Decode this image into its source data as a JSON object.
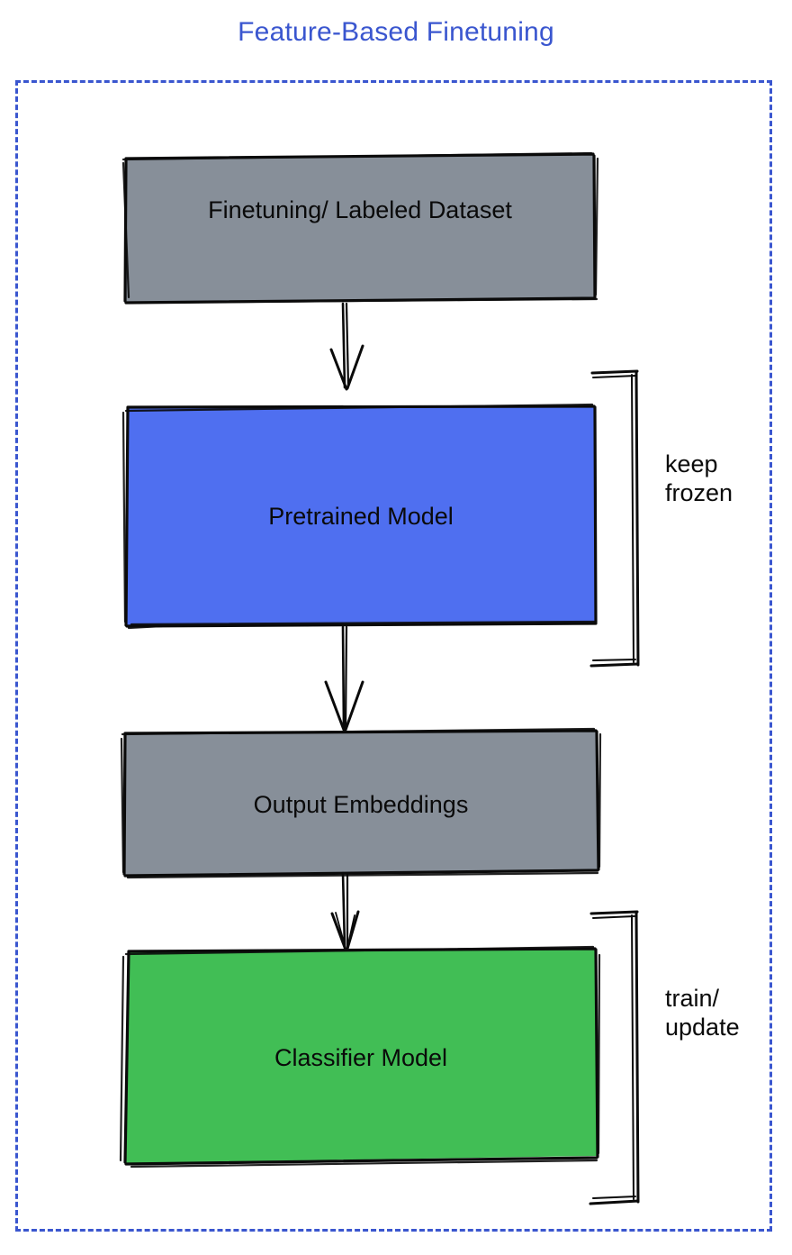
{
  "title": "Feature-Based Finetuning",
  "colors": {
    "title_text": "#3a56cf",
    "frame_dashed": "#3a56cf",
    "gray_fill": "#878f99",
    "blue_fill": "#4f6ff0",
    "green_fill": "#41be55",
    "stroke": "#0a0a0a",
    "background": "#ffffff"
  },
  "diagram": {
    "type": "flowchart",
    "orientation": "vertical",
    "style": "hand-drawn sketch",
    "nodes": [
      {
        "id": "dataset",
        "label": "Finetuning/ Labeled Dataset",
        "fill": "gray",
        "order": 1
      },
      {
        "id": "pretrained-model",
        "label": "Pretrained Model",
        "fill": "blue",
        "order": 2
      },
      {
        "id": "output-embeddings",
        "label": "Output Embeddings",
        "fill": "gray",
        "order": 3
      },
      {
        "id": "classifier-model",
        "label": "Classifier Model",
        "fill": "green",
        "order": 4
      }
    ],
    "edges": [
      {
        "from": "dataset",
        "to": "pretrained-model",
        "arrow": "down"
      },
      {
        "from": "pretrained-model",
        "to": "output-embeddings",
        "arrow": "down"
      },
      {
        "from": "output-embeddings",
        "to": "classifier-model",
        "arrow": "down"
      }
    ],
    "annotations": [
      {
        "id": "keep-frozen",
        "label": "keep\nfrozen",
        "target": "pretrained-model",
        "side": "right",
        "marker": "bracket"
      },
      {
        "id": "train-update",
        "label": "train/\nupdate",
        "target": "classifier-model",
        "side": "right",
        "marker": "bracket"
      }
    ]
  }
}
